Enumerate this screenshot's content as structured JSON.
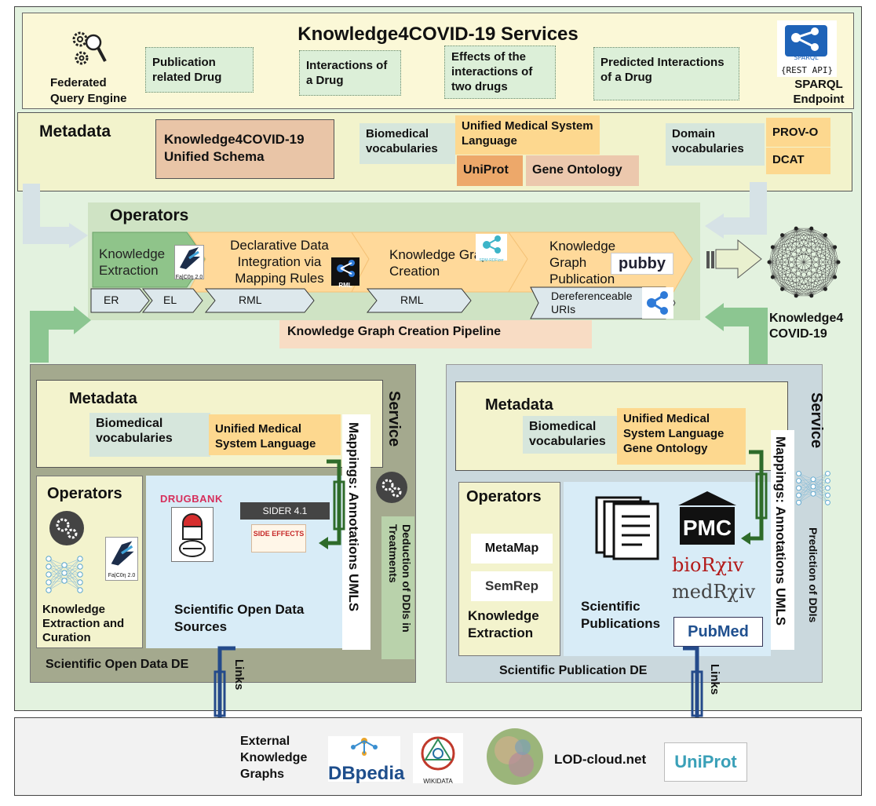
{
  "services": {
    "title": "Knowledge4COVID-19 Services",
    "federated": "Federated Query Engine",
    "items": [
      "Publication related Drug",
      "Interactions of a Drug",
      "Effects of the interactions of two drugs",
      "Predicted Interactions of a Drug"
    ],
    "sparql_logo": "SPARQL",
    "sparql_api": "{REST API}",
    "sparql_label": "SPARQL Endpoint"
  },
  "metadata_top": {
    "title": "Metadata",
    "schema": "Knowledge4COVID-19 Unified Schema",
    "biomedical": "Biomedical vocabularies",
    "umls": "Unified Medical System Language",
    "uniprot": "UniProt",
    "gene_ontology": "Gene Ontology",
    "domain": "Domain vocabularies",
    "provo": "PROV-O",
    "dcat": "DCAT"
  },
  "operators_top": {
    "title": "Operators",
    "steps": [
      "Knowledge Extraction",
      "Declarative Data Integration via Mapping Rules",
      "Knowledge Graph Creation",
      "Knowledge Graph Publication"
    ],
    "falcon": "Fa|C0η 2.0",
    "rml": "RML",
    "sdm": "SDM-RDFizer",
    "pubby": "pubby",
    "chips": [
      "ER",
      "EL",
      "RML",
      "RML",
      "Dereferenceable URIs"
    ],
    "pipeline": "Knowledge Graph Creation Pipeline",
    "kg_label": "Knowledge4 COVID-19"
  },
  "left_de": {
    "meta_title": "Metadata",
    "biomedical": "Biomedical vocabularies",
    "umls": "Unified Medical System Language",
    "service": "Service",
    "mappings": "Mappings: Annotations UMLS",
    "deduction": "Deduction of DDIs in Treatments",
    "operators": "Operators",
    "ke": "Knowledge Extraction and Curation",
    "falcon": "Fa|C0η 2.0",
    "drugbank": "DRUGBANK",
    "sider": "SIDER 4.1",
    "side": "SIDE EFFECTS",
    "sources": "Scientific Open Data Sources",
    "footer": "Scientific Open Data DE"
  },
  "right_de": {
    "meta_title": "Metadata",
    "biomedical": "Biomedical vocabularies",
    "umls": "Unified Medical System Language Gene Ontology",
    "service": "Service",
    "mappings": "Mappings: Annotations UMLS",
    "prediction": "Prediction of DDIs",
    "operators": "Operators",
    "metamap": "MetaMap",
    "semrep": "SemRep",
    "ke": "Knowledge Extraction",
    "pmc": "PMC",
    "biorxiv": "bioRχiv",
    "medrxiv": "medRχiv",
    "pubs": "Scientific Publications",
    "pubmed": "PubMed",
    "footer": "Scientific Publication DE"
  },
  "links": "Links",
  "external": {
    "label": "External Knowledge Graphs",
    "dbpedia": "DBpedia",
    "wikidata": "WIKIDATA",
    "lod": "LOD-cloud.net",
    "uniprot": "UniProt"
  }
}
